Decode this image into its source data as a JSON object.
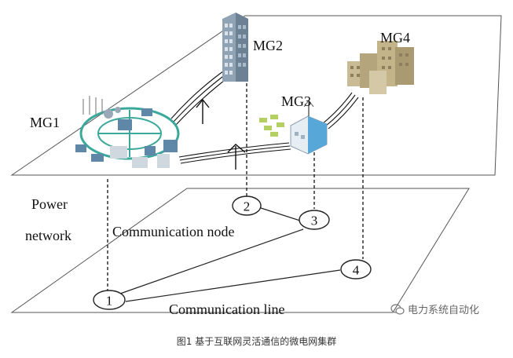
{
  "labels": {
    "mg1": "MG1",
    "mg2": "MG2",
    "mg3": "MG3",
    "mg4": "MG4",
    "power_line1": "Power",
    "power_line2": "network",
    "comm_node": "Communication node",
    "comm_line": "Communication line"
  },
  "nodes": [
    "1",
    "2",
    "3",
    "4"
  ],
  "caption": "图1 基于互联网灵活通信的微电网集群",
  "watermark": "电力系统自动化",
  "watermark_icon": "wechat-icon",
  "colors": {
    "line": "#222222",
    "building": "#7f95a8",
    "city": "#b9ab86",
    "grid_teal": "#3aa89a",
    "house": "#9ed06a"
  }
}
